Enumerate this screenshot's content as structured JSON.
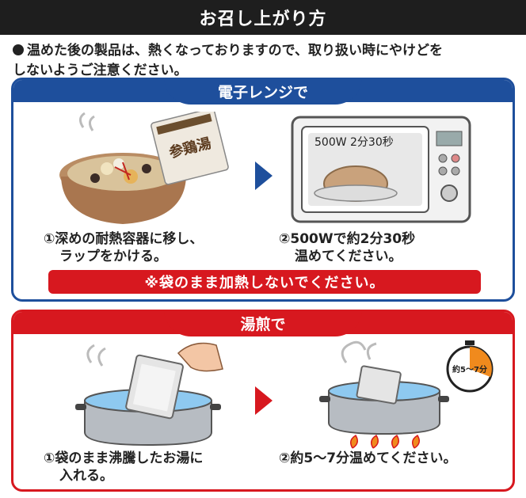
{
  "header": {
    "title": "お召し上がり方"
  },
  "notice": {
    "line1": "温めた後の製品は、熱くなっておりますので、取り扱い時にやけどを",
    "line2": "しないようご注意ください。"
  },
  "microwave": {
    "title": "電子レンジで",
    "package_label": "参鶏湯",
    "display_text": "500W 2分30秒",
    "step1_line1": "①深めの耐熱容器に移し、",
    "step1_line2": "ラップをかける。",
    "step2_line1": "②500Wで約2分30秒",
    "step2_line2": "温めてください。",
    "warning": "※袋のまま加熱しないでください。"
  },
  "boil": {
    "title": "湯煎で",
    "timer_label": "約5～7分",
    "step1_line1": "①袋のまま沸騰したお湯に",
    "step1_line2": "入れる。",
    "step2_line1": "②約5～7分温めてください。"
  },
  "colors": {
    "blue": "#1e4f9c",
    "red": "#d7181f",
    "header": "#1e1e1e"
  }
}
